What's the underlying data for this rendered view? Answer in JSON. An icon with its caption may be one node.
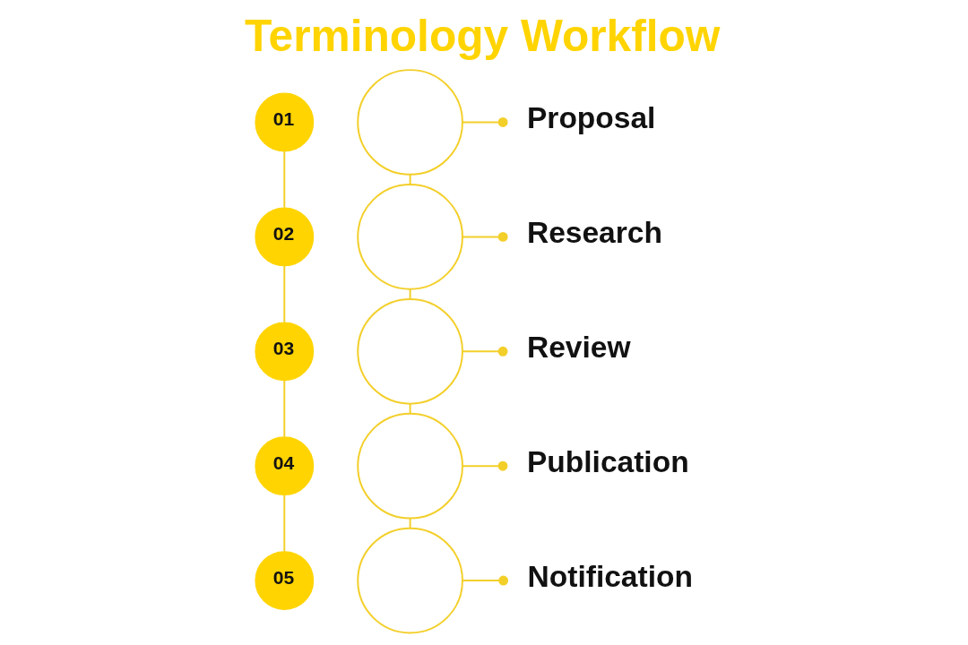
{
  "diagram": {
    "title": "Terminology Workflow",
    "nodes": [
      {
        "text": [
          "01"
        ]
      },
      {
        "text": [],
        "shape": "circle"
      },
      {
        "text": [
          "Proposal"
        ]
      },
      {
        "text": [
          "02"
        ]
      },
      {
        "text": [],
        "shape": "circle"
      },
      {
        "text": [
          "Research"
        ]
      },
      {
        "text": [
          "03"
        ]
      },
      {
        "text": [],
        "shape": "circle"
      },
      {
        "text": [
          "Review"
        ]
      },
      {
        "text": [
          "04"
        ]
      },
      {
        "text": [],
        "shape": "circle"
      },
      {
        "text": [
          "Publication"
        ]
      },
      {
        "text": [
          "05"
        ]
      },
      {
        "text": [],
        "shape": "circle"
      },
      {
        "text": [
          "Notification"
        ]
      }
    ],
    "edges": [
      {
        "from": 0,
        "to": 3,
        "arrow": "none"
      },
      {
        "from": 3,
        "to": 6,
        "arrow": "none"
      },
      {
        "from": 6,
        "to": 9,
        "arrow": "none"
      },
      {
        "from": 9,
        "to": 12,
        "arrow": "none"
      },
      {
        "from": 1,
        "to": 4,
        "arrow": "none"
      },
      {
        "from": 4,
        "to": 7,
        "arrow": "none"
      },
      {
        "from": 7,
        "to": 10,
        "arrow": "none"
      },
      {
        "from": 10,
        "to": 13,
        "arrow": "none"
      },
      {
        "from": 1,
        "to": 2,
        "arrow": "other"
      },
      {
        "from": 4,
        "to": 5,
        "arrow": "other"
      },
      {
        "from": 7,
        "to": 8,
        "arrow": "other"
      },
      {
        "from": 10,
        "to": 11,
        "arrow": "other"
      },
      {
        "from": 13,
        "to": 14,
        "arrow": "other"
      }
    ]
  }
}
